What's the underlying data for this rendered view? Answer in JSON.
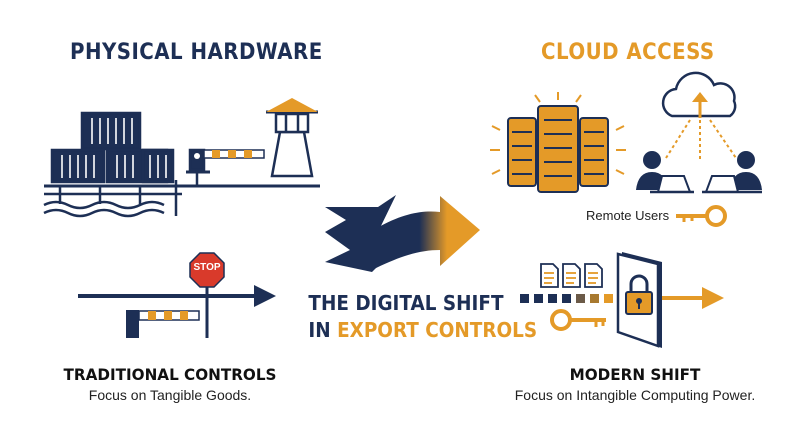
{
  "left": {
    "heading": "PHYSICAL HARDWARE",
    "stop_sign": "STOP",
    "caption_title": "TRADITIONAL CONTROLS",
    "caption_sub": "Focus on Tangible Goods."
  },
  "right": {
    "heading": "CLOUD ACCESS",
    "remote_users_label": "Remote Users",
    "caption_title": "MODERN SHIFT",
    "caption_sub": "Focus on Intangible Computing Power."
  },
  "center": {
    "line1": "THE DIGITAL SHIFT",
    "line2_prefix": "IN ",
    "line2_highlight": "EXPORT CONTROLS"
  },
  "colors": {
    "navy": "#1d2f55",
    "orange": "#e49a28"
  }
}
